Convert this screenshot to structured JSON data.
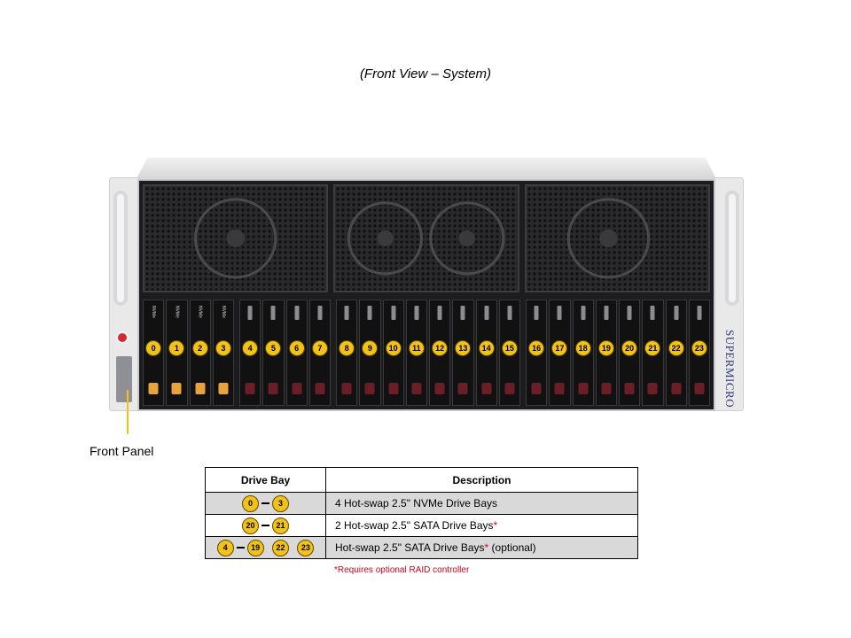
{
  "title": "(Front View – System)",
  "front_panel_label": "Front Panel",
  "brand_text": "SUPERMICRO",
  "nvme_bay_text": "NVMe",
  "bays": [
    "0",
    "1",
    "2",
    "3",
    "4",
    "5",
    "6",
    "7",
    "8",
    "9",
    "10",
    "11",
    "12",
    "13",
    "14",
    "15",
    "16",
    "17",
    "18",
    "19",
    "20",
    "21",
    "22",
    "23"
  ],
  "nvme_bays": 4,
  "colors": {
    "badge": "#f2c21a",
    "accent_red": "#d0021b",
    "nvme_led": "#e8a33d",
    "sata_led": "#6a1e27"
  },
  "table": {
    "headers": {
      "bay": "Drive Bay",
      "desc": "Description"
    },
    "rows": [
      {
        "badges": [
          "0",
          "3"
        ],
        "desc": "4 Hot-swap 2.5\" NVMe Drive Bays",
        "asterisk": ""
      },
      {
        "badges": [
          "20",
          "21"
        ],
        "desc": "2 Hot-swap 2.5\" SATA Drive Bays",
        "asterisk": "*"
      },
      {
        "badges": [
          "4",
          "19",
          "22",
          "23"
        ],
        "desc": "Hot-swap 2.5\" SATA Drive Bays",
        "asterisk": "*",
        "suffix": " (optional)"
      }
    ]
  },
  "note": "*Requires optional RAID controller"
}
